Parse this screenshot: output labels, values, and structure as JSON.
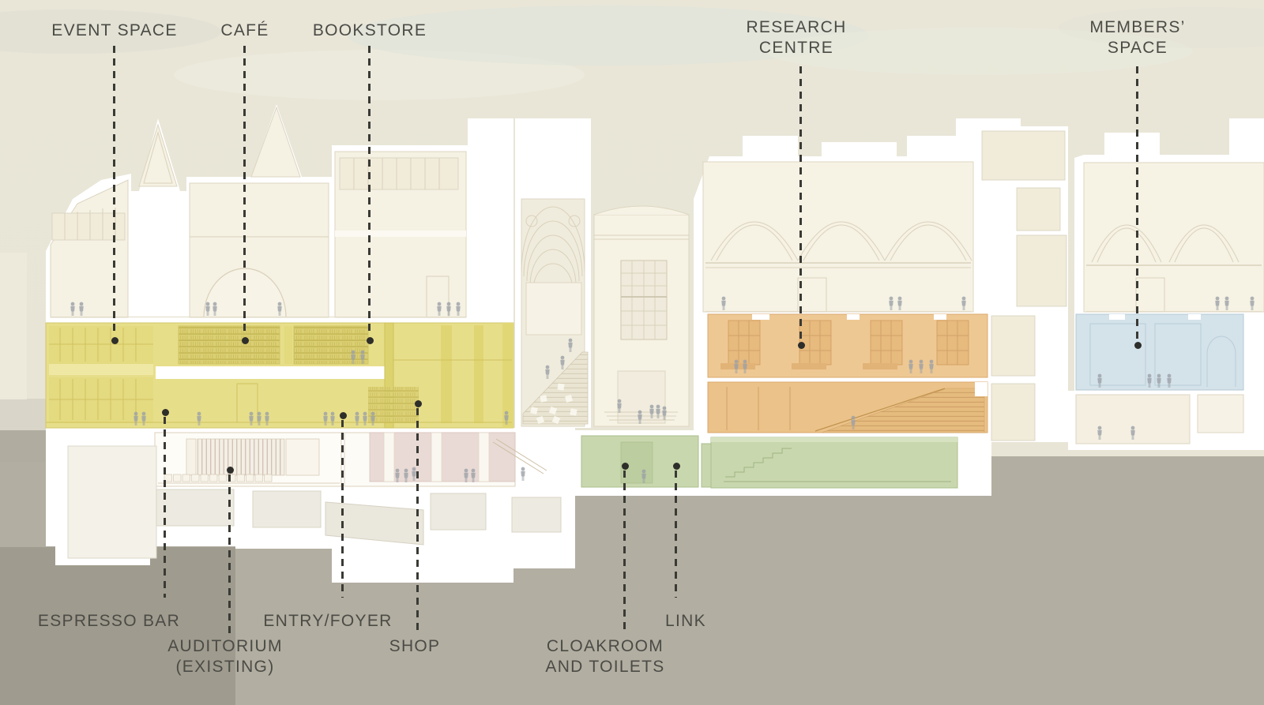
{
  "diagram": {
    "type": "architectural-section",
    "labels": {
      "event_space": "EVENT SPACE",
      "cafe": "CAFÉ",
      "bookstore": "BOOKSTORE",
      "research_centre_line1": "RESEARCH",
      "research_centre_line2": "CENTRE",
      "members_space_line1": "MEMBERS’",
      "members_space_line2": "SPACE",
      "espresso_bar": "ESPRESSO BAR",
      "auditorium_line1": "AUDITORIUM",
      "auditorium_line2": "(EXISTING)",
      "entry_foyer": "ENTRY/FOYER",
      "shop": "SHOP",
      "cloakroom_line1": "CLOAKROOM",
      "cloakroom_line2": "AND TOILETS",
      "link": "LINK"
    },
    "zone_colors": {
      "event_cafe_bookstore_shop": "#e7de8a",
      "research_centre": "#edc793",
      "members_space": "#d4e2ea",
      "cloakroom_and_link": "#c9d7ae",
      "entry_foyer_wall": "#e9dad5"
    },
    "annotation_color": "#3a3a35",
    "text_color": "#4b4b46"
  }
}
